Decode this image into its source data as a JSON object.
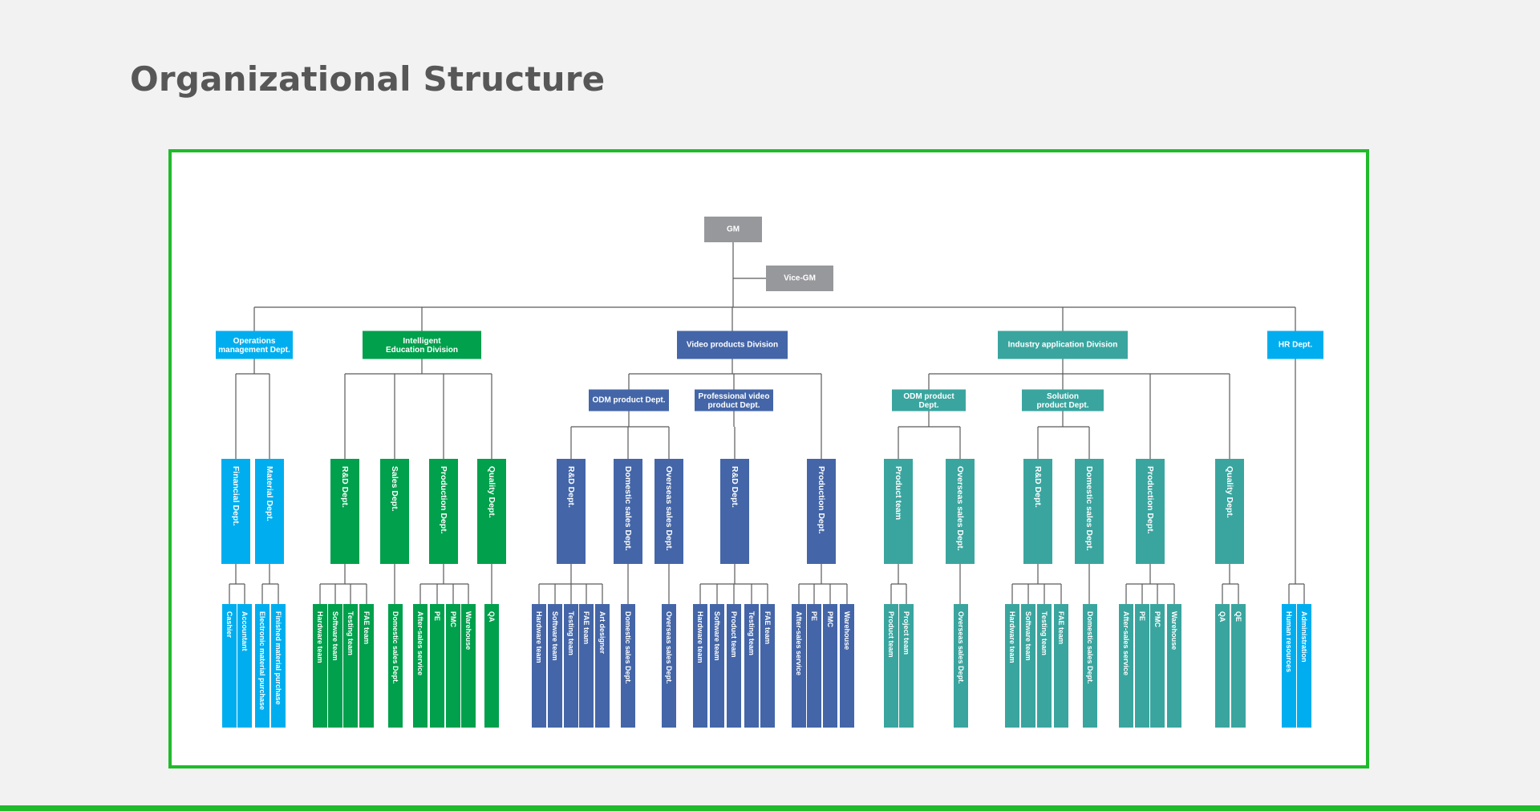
{
  "page": {
    "title": "Organizational Structure"
  },
  "colors": {
    "gray": "#97989c",
    "sky": "#00aeef",
    "green": "#00a04c",
    "blue": "#4466a8",
    "teal": "#3aa59f",
    "line": "#5a5a5a",
    "frame": "#1fbb2b"
  },
  "org": {
    "gm": "GM",
    "vice_gm": "Vice-GM",
    "departments": [
      {
        "name": "Operations management Dept.",
        "color": "sky",
        "units": [
          {
            "name": "Financial Dept.",
            "teams": [
              "Cashier",
              "Accountant"
            ]
          },
          {
            "name": "Material Dept.",
            "teams": [
              "Electronic material purchase",
              "Finished material purchase"
            ]
          }
        ]
      },
      {
        "name": "Intelligent Education Division",
        "color": "green",
        "units": [
          {
            "name": "R&D Dept.",
            "teams": [
              "Hardware team",
              "Software team",
              "Testing team",
              "FAE team"
            ]
          },
          {
            "name": "Sales Dept.",
            "teams": [
              "Domestic sales Dept."
            ]
          },
          {
            "name": "Production Dept.",
            "teams": [
              "After-sales service",
              "PE",
              "PMC",
              "Warehouse"
            ]
          },
          {
            "name": "Quality Dept.",
            "teams": [
              "QA"
            ]
          }
        ]
      },
      {
        "name": "Video products Division",
        "color": "blue",
        "groups": [
          {
            "name": "ODM product Dept.",
            "units": [
              {
                "name": "R&D Dept.",
                "teams": [
                  "Hardware team",
                  "Software team",
                  "Testing team",
                  "FAE team",
                  "Art designer"
                ]
              },
              {
                "name": "Domestic sales Dept.",
                "teams": [
                  "Domestic sales Dept."
                ]
              },
              {
                "name": "Overseas sales Dept.",
                "teams": [
                  "Overseas sales Dept."
                ]
              }
            ]
          },
          {
            "name": "Professional video product Dept.",
            "units": [
              {
                "name": "R&D Dept.",
                "teams": [
                  "Hardware team",
                  "Software team",
                  "Product team",
                  "Testing team",
                  "FAE team"
                ]
              }
            ]
          }
        ],
        "units": [
          {
            "name": "Production Dept.",
            "teams": [
              "After-sales service",
              "PE",
              "PMC",
              "Warehouse"
            ]
          }
        ]
      },
      {
        "name": "Industry application Division",
        "color": "teal",
        "groups": [
          {
            "name": "ODM product Dept.",
            "units": [
              {
                "name": "Product team",
                "teams": [
                  "Product team",
                  "Project team"
                ]
              },
              {
                "name": "Overseas sales Dept.",
                "teams": [
                  "Overseas sales Dept."
                ]
              }
            ]
          },
          {
            "name": "Solution product Dept.",
            "units": [
              {
                "name": "R&D Dept.",
                "teams": [
                  "Hardware team",
                  "Software team",
                  "Testing team",
                  "FAE team"
                ]
              },
              {
                "name": "Domestic sales Dept.",
                "teams": [
                  "Domestic sales Dept."
                ]
              }
            ]
          }
        ],
        "units": [
          {
            "name": "Production Dept.",
            "teams": [
              "After-sales service",
              "PE",
              "PMC",
              "Warehouse"
            ]
          },
          {
            "name": "Quality Dept.",
            "teams": [
              "QA",
              "QE"
            ]
          }
        ]
      },
      {
        "name": "HR Dept.",
        "color": "sky",
        "teams": [
          "Human resources",
          "Administration"
        ]
      }
    ]
  }
}
